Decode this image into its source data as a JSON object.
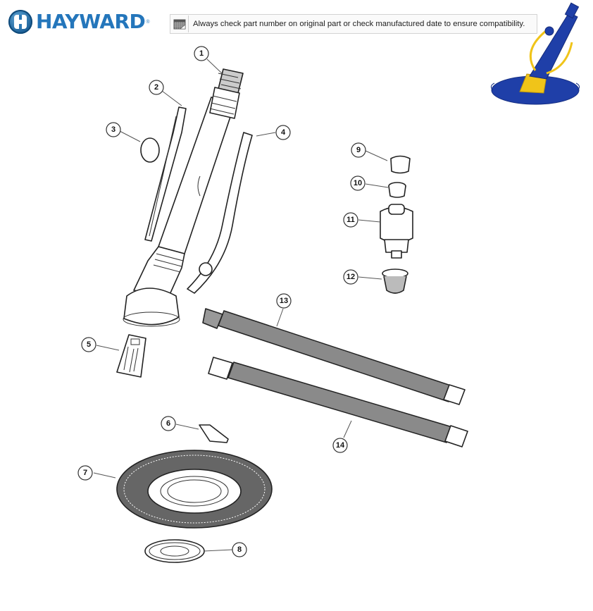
{
  "header": {
    "brand_name": "HAYWARD",
    "brand_mark": "®",
    "logo_icon": "hayward-h-logo",
    "notice_icon": "calendar-icon",
    "notice_text": "Always check part number on original part or check manufactured date to ensure compatibility."
  },
  "product_image": {
    "description": "Blue and yellow suction pool cleaner with disc",
    "colors": {
      "body": "#1f3fa8",
      "accent": "#f0c419"
    }
  },
  "diagram": {
    "type": "exploded parts diagram",
    "callouts": [
      {
        "number": "1",
        "part": "cleaner-body"
      },
      {
        "number": "2",
        "part": "side-strap"
      },
      {
        "number": "3",
        "part": "o-ring"
      },
      {
        "number": "4",
        "part": "handle-strap"
      },
      {
        "number": "5",
        "part": "foot-pad"
      },
      {
        "number": "6",
        "part": "clip"
      },
      {
        "number": "7",
        "part": "disc"
      },
      {
        "number": "8",
        "part": "ring"
      },
      {
        "number": "9",
        "part": "cap"
      },
      {
        "number": "10",
        "part": "plug"
      },
      {
        "number": "11",
        "part": "regulator-valve"
      },
      {
        "number": "12",
        "part": "cone-adapter"
      },
      {
        "number": "13",
        "part": "hose-section-threaded"
      },
      {
        "number": "14",
        "part": "hose-section"
      }
    ]
  }
}
